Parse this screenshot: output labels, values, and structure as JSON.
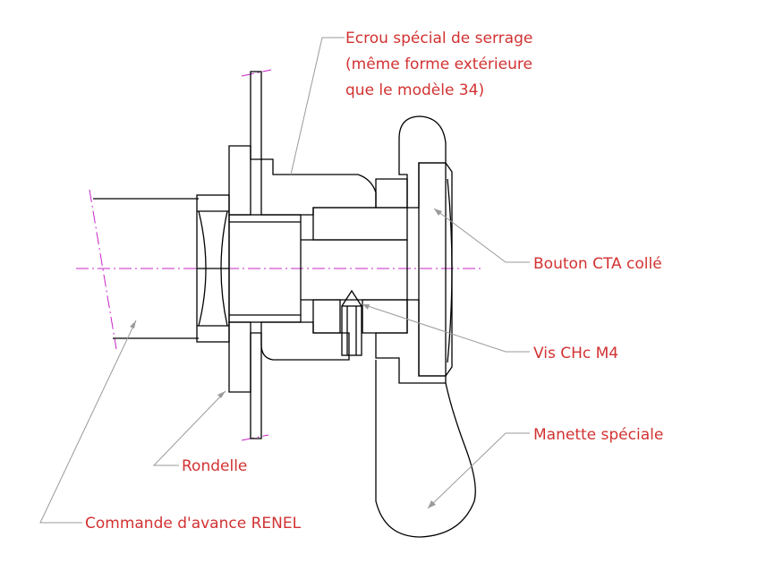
{
  "labels": {
    "ecrou_line1": "Ecrou spécial de serrage",
    "ecrou_line2": "(même forme extérieure",
    "ecrou_line3": "que le modèle 34)",
    "bouton": "Bouton CTA collé",
    "vis": "Vis CHc M4",
    "manette": "Manette spéciale",
    "rondelle": "Rondelle",
    "commande": "Commande d'avance RENEL"
  },
  "colors": {
    "label_text": "#d23232",
    "hatch": "#2bb7d6",
    "center_line": "#c724c7",
    "outline": "#000000",
    "leader": "#9a9a9a"
  }
}
